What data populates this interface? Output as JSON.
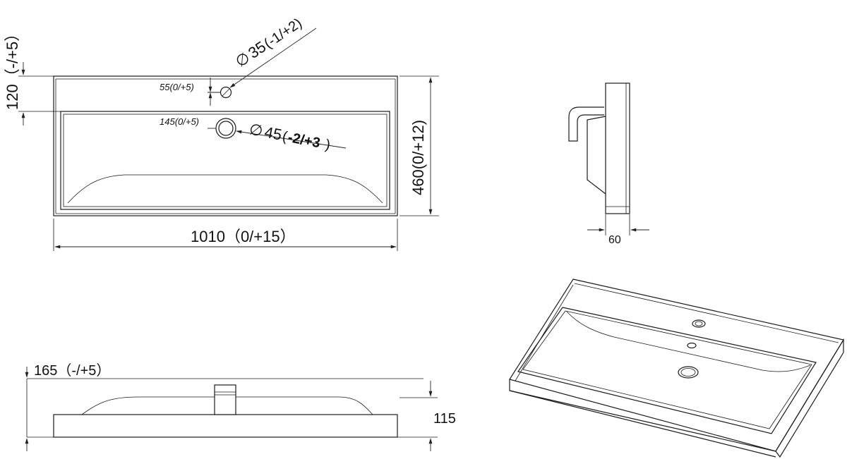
{
  "front_view": {
    "width_dim": "1010（0/+15）",
    "depth_dim": "460(0/+12)",
    "edge_dim": "120（-/+5）",
    "tap_hole_offset": "55(0/+5)",
    "drain_offset": "145(0/+5)",
    "tap_hole_dia_num": "35",
    "tap_hole_dia_tol": "(-1/+2)",
    "drain_dia_num": "45",
    "drain_dia_tol_open": "(",
    "drain_dia_tol": "-2/+3",
    "drain_dia_tol_close": ")",
    "diameter_symbol": "∅"
  },
  "side_view": {
    "wall_dim": "60"
  },
  "elevation_view": {
    "height_dim": "165（-/+5）",
    "thickness_dim": "115"
  }
}
